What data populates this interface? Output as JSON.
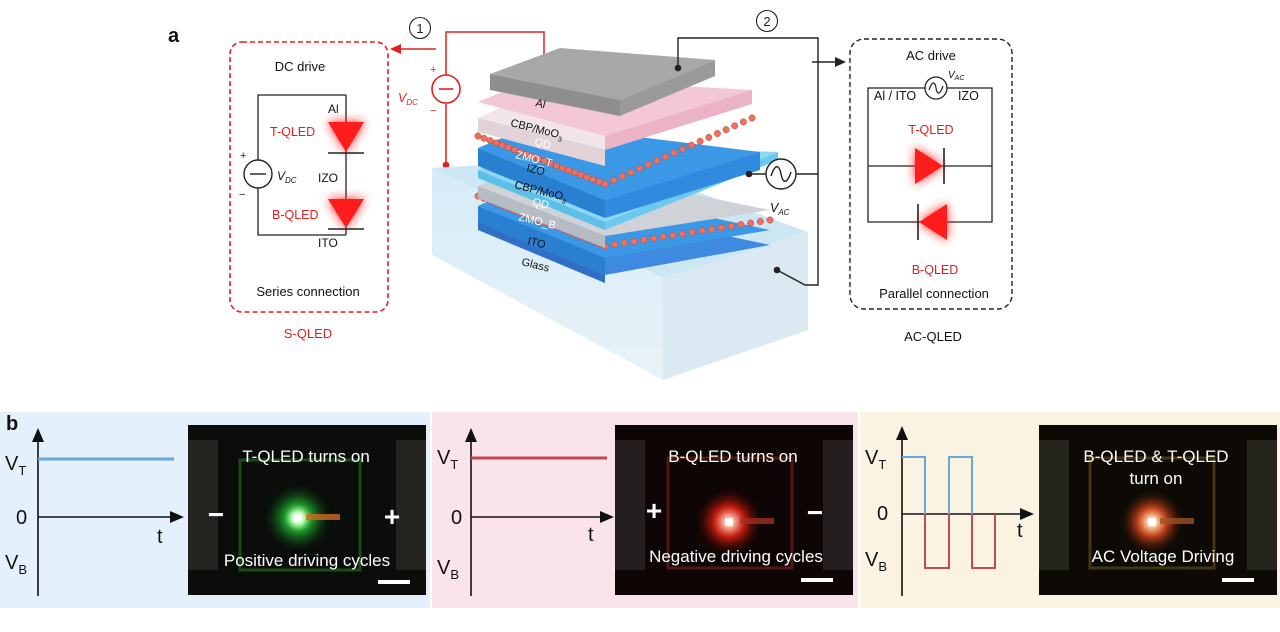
{
  "panel_a": {
    "label": "a",
    "marker_1": "①",
    "marker_2": "②",
    "dc_box": {
      "title": "DC drive",
      "source_label": "V",
      "source_sub": "DC",
      "plus": "+",
      "minus": "−",
      "top_electrode": "Al",
      "mid_electrode": "IZO",
      "bottom_electrode": "ITO",
      "top_led": "T-QLED",
      "bottom_led": "B-QLED",
      "caption": "Series connection",
      "device_name": "S-QLED"
    },
    "ac_box": {
      "title": "AC drive",
      "source_label": "V",
      "source_sub": "AC",
      "left_electrode": "Al / ITO",
      "right_electrode": "IZO",
      "top_led": "T-QLED",
      "bottom_led": "B-QLED",
      "caption": "Parallel connection",
      "device_name": "AC-QLED"
    },
    "dc_source": {
      "label": "V",
      "sub": "DC",
      "plus": "+",
      "minus": "−"
    },
    "ac_source": {
      "label": "V",
      "sub": "AC"
    },
    "layers": [
      "Al",
      "CBP/MoO",
      "QD",
      "ZMO_T",
      "IZO",
      "CBP/MoO",
      "QD",
      "ZMO_B",
      "ITO",
      "Glass"
    ],
    "layer_subscript": "3",
    "colors": {
      "red": "#e02020",
      "pink": "#f2c4d4",
      "blue": "#2f8fe0",
      "cyan": "#7fd0f0",
      "glass": "#cfe9f7",
      "al": "#9a9a9a",
      "qd": "#f06050"
    }
  },
  "panel_b": {
    "label": "b",
    "cells": [
      {
        "axis_top": "V",
        "axis_top_sub": "T",
        "axis_zero": "0",
        "axis_bottom": "V",
        "axis_bottom_sub": "B",
        "axis_t": "t",
        "photo_title": "T-QLED turns on",
        "photo_caption": "Positive driving cycles",
        "left_sign": "−",
        "right_sign": "+",
        "glow_color": "#5fe05f",
        "background": "#e6f1fb",
        "signal_color": "#6aa6d8"
      },
      {
        "axis_top": "V",
        "axis_top_sub": "T",
        "axis_zero": "0",
        "axis_bottom": "V",
        "axis_bottom_sub": "B",
        "axis_t": "t",
        "photo_title": "B-QLED turns on",
        "photo_caption": "Negative driving cycles",
        "left_sign": "+",
        "right_sign": "−",
        "glow_color": "#ff4a3a",
        "background": "#fbe6ea",
        "signal_color": "#c24a52"
      },
      {
        "axis_top": "V",
        "axis_top_sub": "T",
        "axis_zero": "0",
        "axis_bottom": "V",
        "axis_bottom_sub": "B",
        "axis_t": "t",
        "photo_title": "B-QLED & T-QLED",
        "photo_title_2": "turn on",
        "photo_caption": "AC Voltage Driving",
        "glow_color": "#ff7a40",
        "background": "#fbf3e4",
        "signal_color_top": "#6aa6d8",
        "signal_color_bottom": "#c24a52"
      }
    ]
  }
}
